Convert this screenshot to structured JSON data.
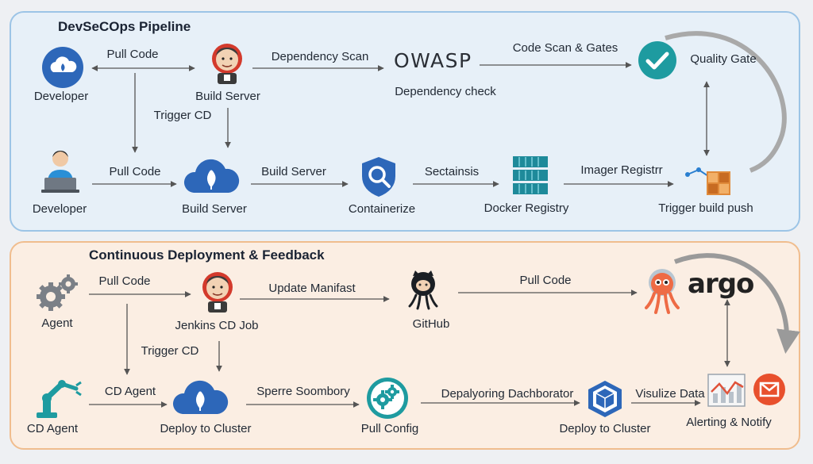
{
  "ci": {
    "title": "DevSeCOps Pipeline",
    "developer_top": "Developer",
    "pull_code_top": "Pull Code",
    "build_server_top": "Build Server",
    "dependency_scan": "Dependency Scan",
    "owasp_logo": "OWASP",
    "dependency_check": "Dependency  check",
    "code_scan_gates": "Code Scan & Gates",
    "quality_gate": "Quality Gate",
    "trigger_cd": "Trigger CD",
    "developer_bottom": "Developer",
    "pull_code_bottom": "Pull Code",
    "build_server_bottom": "Build Server",
    "build_server_arrow": "Build Server",
    "containerize": "Containerize",
    "sectainsis": "Sectainsis",
    "docker_registry": "Docker Registry",
    "imager_registrr": "Imager Registrr",
    "trigger_build_push": "Trigger build push"
  },
  "cd": {
    "title": "Continuous Deployment & Feedback",
    "agent": "Agent",
    "pull_code_1": "Pull Code",
    "jenkins_cd_job": "Jenkins CD Job",
    "update_manifast": "Update Manifast",
    "github": "GitHub",
    "pull_code_2": "Pull Code",
    "argo_logo": "argo",
    "trigger_cd": "Trigger CD",
    "cd_agent_arrow": "CD Agent",
    "cd_agent": "CD Agent",
    "deploy_to_cluster_1": "Deploy to Cluster",
    "sperre_soombory": "Sperre Soombory",
    "pull_config": "Pull Config",
    "depalyoring": "Depalyoring Dachborator",
    "deploy_to_cluster_2": "Deploy to Cluster",
    "visulize_data": "Visulize Data",
    "alerting_notify": "Alerting & Notify"
  },
  "colors": {
    "ci_panel": "#e7f0f8",
    "ci_border": "#9cc4e6",
    "cd_panel": "#fbeee3",
    "cd_border": "#f0bd8e",
    "cloud_blue": "#2d67b9",
    "quality_teal": "#1e9ba0",
    "arrow": "#555555"
  }
}
